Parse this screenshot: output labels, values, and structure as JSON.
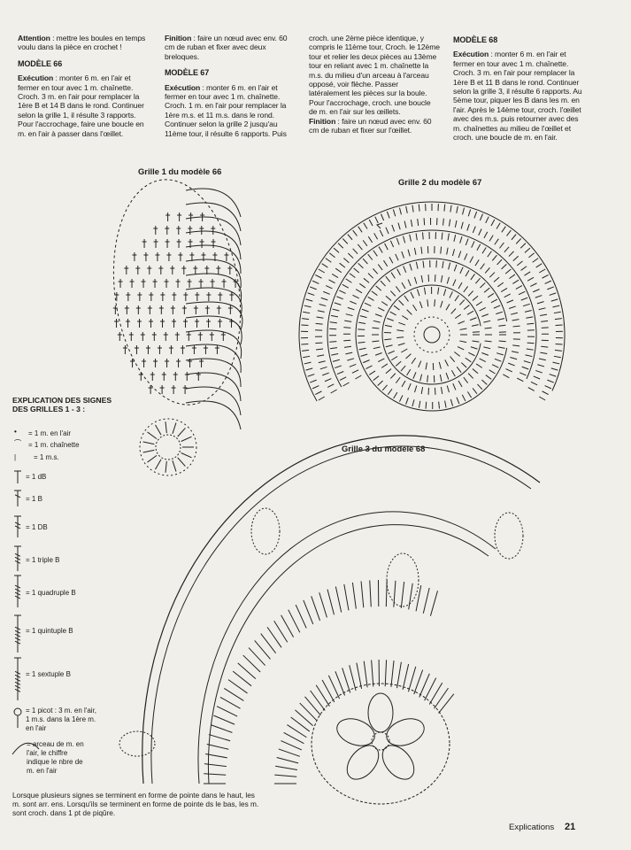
{
  "columns": {
    "c1": {
      "attention_label": "Attention",
      "attention_text": " : mettre les boules en temps voulu dans la pièce en crochet !",
      "model66_title": "MODÈLE 66",
      "exec_label": "Exécution",
      "model66_text": " : monter 6 m. en l'air et fermer en tour avec 1 m. chaînette. Croch. 3 m. en l'air pour remplacer la 1ère B et 14 B dans le rond. Continuer selon la grille 1, il résulte 3 rapports. Pour l'accrochage, faire une boucle en m. en l'air à passer dans l'œillet."
    },
    "c2": {
      "finition_label": "Finition",
      "finition_text": " : faire un nœud avec env. 60 cm de ruban et fixer avec deux breloques.",
      "model67_title": "MODÈLE 67",
      "exec_label": "Exécution",
      "model67_text": " : monter 6 m. en l'air et fermer en tour avec 1 m. chaînette. Croch. 1 m. en l'air pour remplacer la 1ère m.s. et 11 m.s. dans le rond. Continuer selon la grille 2 jusqu'au 11ème tour, il résulte 6 rapports. Puis"
    },
    "c3": {
      "cont_text": "croch. une 2ème pièce identique, y compris le 11ème tour, Croch. le 12ème tour et relier les deux pièces au 13ème tour en reliant avec 1 m. chaînette la m.s. du milieu d'un arceau à l'arceau opposé, voir flèche. Passer latéralement les pièces sur la boule. Pour l'accrochage, croch. une boucle de m. en l'air sur les œillets.",
      "finition_label": "Finition",
      "finition_text": " : faire un nœud avec env. 60 cm de ruban et fixer sur l'œillet."
    },
    "c4": {
      "model68_title": "MODÈLE 68",
      "exec_label": "Exécution",
      "model68_text": " : monter 6 m. en l'air et fermer en tour avec 1 m. chaînette. Croch. 3 m. en l'air pour remplacer la 1ère B et 11 B dans le rond. Continuer selon la grille 3, il résulte 6 rapports. Au 5ème tour, piquer les B dans les m. en l'air. Après le 14ème tour, croch. l'œillet avec des m.s. puis retourner avec des m. chaînettes au milieu de l'œillet et croch. une boucle de m. en l'air."
    }
  },
  "grids": {
    "g1": "Grille 1 du modèle 66",
    "g2": "Grille 2 du modèle 67",
    "g3": "Grille 3 du modèle 68"
  },
  "legend": {
    "heading": "EXPLICATION DES SIGNES DES GRILLES 1 - 3 :",
    "items": [
      "= 1 m. en l'air",
      "= 1 m. chaînette",
      "= 1 m.s.",
      "= 1 dB",
      "= 1 B",
      "= 1 DB",
      "= 1 triple B",
      "= 1 quadruple B",
      "= 1 quintuple B",
      "= 1 sextuple B",
      "= 1 picot : 3 m. en l'air, 1 m.s. dans la 1ère m. en l'air",
      "= arceau de m. en l'air, le chiffre indique le nbre de m. en l'air"
    ]
  },
  "note": "Lorsque plusieurs signes se terminent en forme de pointe dans le haut, les m. sont arr. ens. Lorsqu'ils se terminent en forme de pointe ds le bas, les m. sont croch. dans 1 pt de piqûre.",
  "footer": {
    "section": "Explications",
    "page": "21"
  }
}
